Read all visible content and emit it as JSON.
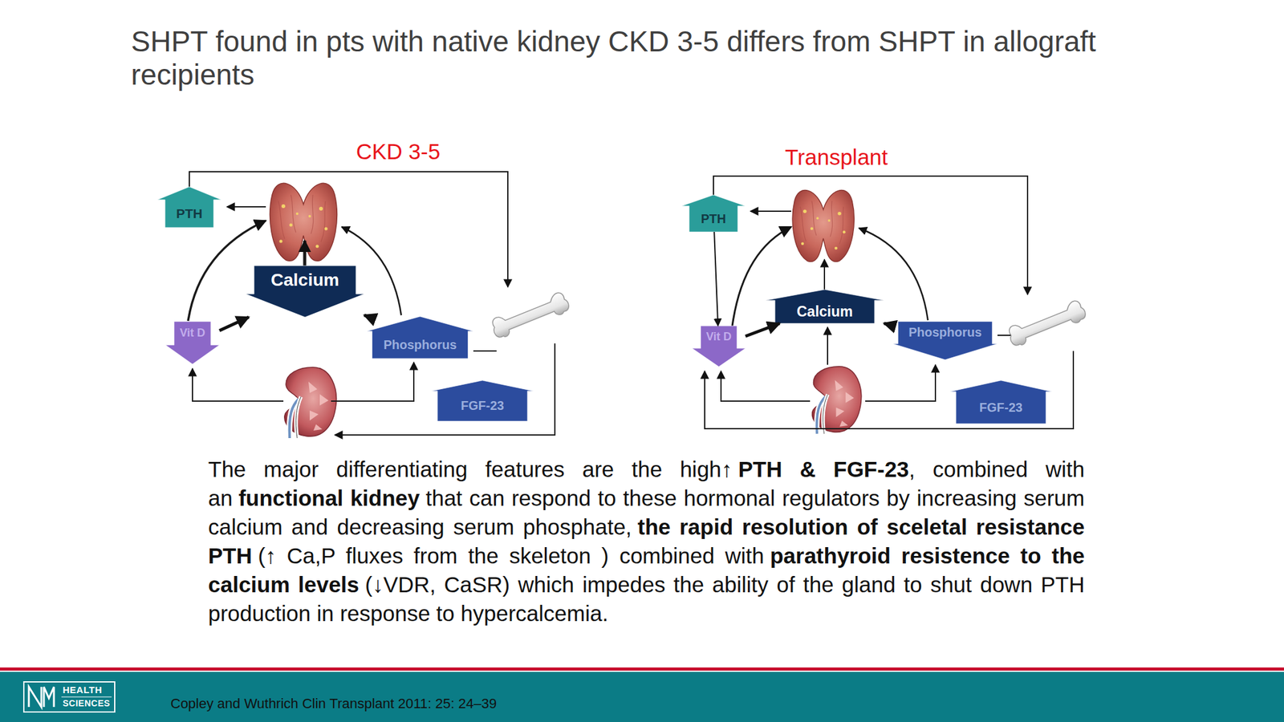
{
  "diagram": {
    "title": "SHPT found in pts with native kidney CKD 3-5 differs from SHPT in allograft recipients",
    "nodes": [
      {
        "text": [
          "PTH"
        ]
      },
      {
        "text": [
          "Calcium"
        ]
      },
      {
        "text": [
          "Vit D"
        ]
      },
      {
        "text": [
          "Phosphorus"
        ]
      },
      {
        "text": [
          "FGF-23"
        ]
      },
      {
        "text": [
          "PTH"
        ]
      },
      {
        "text": [
          "Calcium"
        ]
      },
      {
        "text": [
          "Vit D"
        ]
      },
      {
        "text": [
          "Phosphorus"
        ]
      },
      {
        "text": [
          "FGF-23"
        ]
      }
    ],
    "edges": [
      {
        "from": 2,
        "to": 1,
        "arrow": "to"
      },
      {
        "from": 3,
        "to": 1,
        "arrow": "to"
      },
      {
        "from": 5,
        "to": 7,
        "arrow": "to"
      },
      {
        "from": 7,
        "to": 6,
        "arrow": "to"
      },
      {
        "from": 8,
        "to": 6,
        "arrow": "to"
      }
    ],
    "labels": [
      "CKD 3-5",
      "Transplant",
      "The major differentiating features are the high↑",
      "PTH & FGF-23",
      ", combined with an",
      "functional kidney",
      "that can respond to these hormonal regulators by increasing serum calcium and decreasing serum phosphate,",
      "the rapid resolution of sceletal resistance PTH",
      "(↑ Ca,P fluxes from the skeleton ) combined with",
      "parathyroid resistence to the calcium levels",
      "(↓VDR, CaSR) which impedes the ability of the gland to shut down PTH production in response to hypercalcemia.",
      "HEALTH",
      "SCIENCES",
      "Copley and Wuthrich Clin Transplant 2011: 25: 24–39"
    ]
  }
}
